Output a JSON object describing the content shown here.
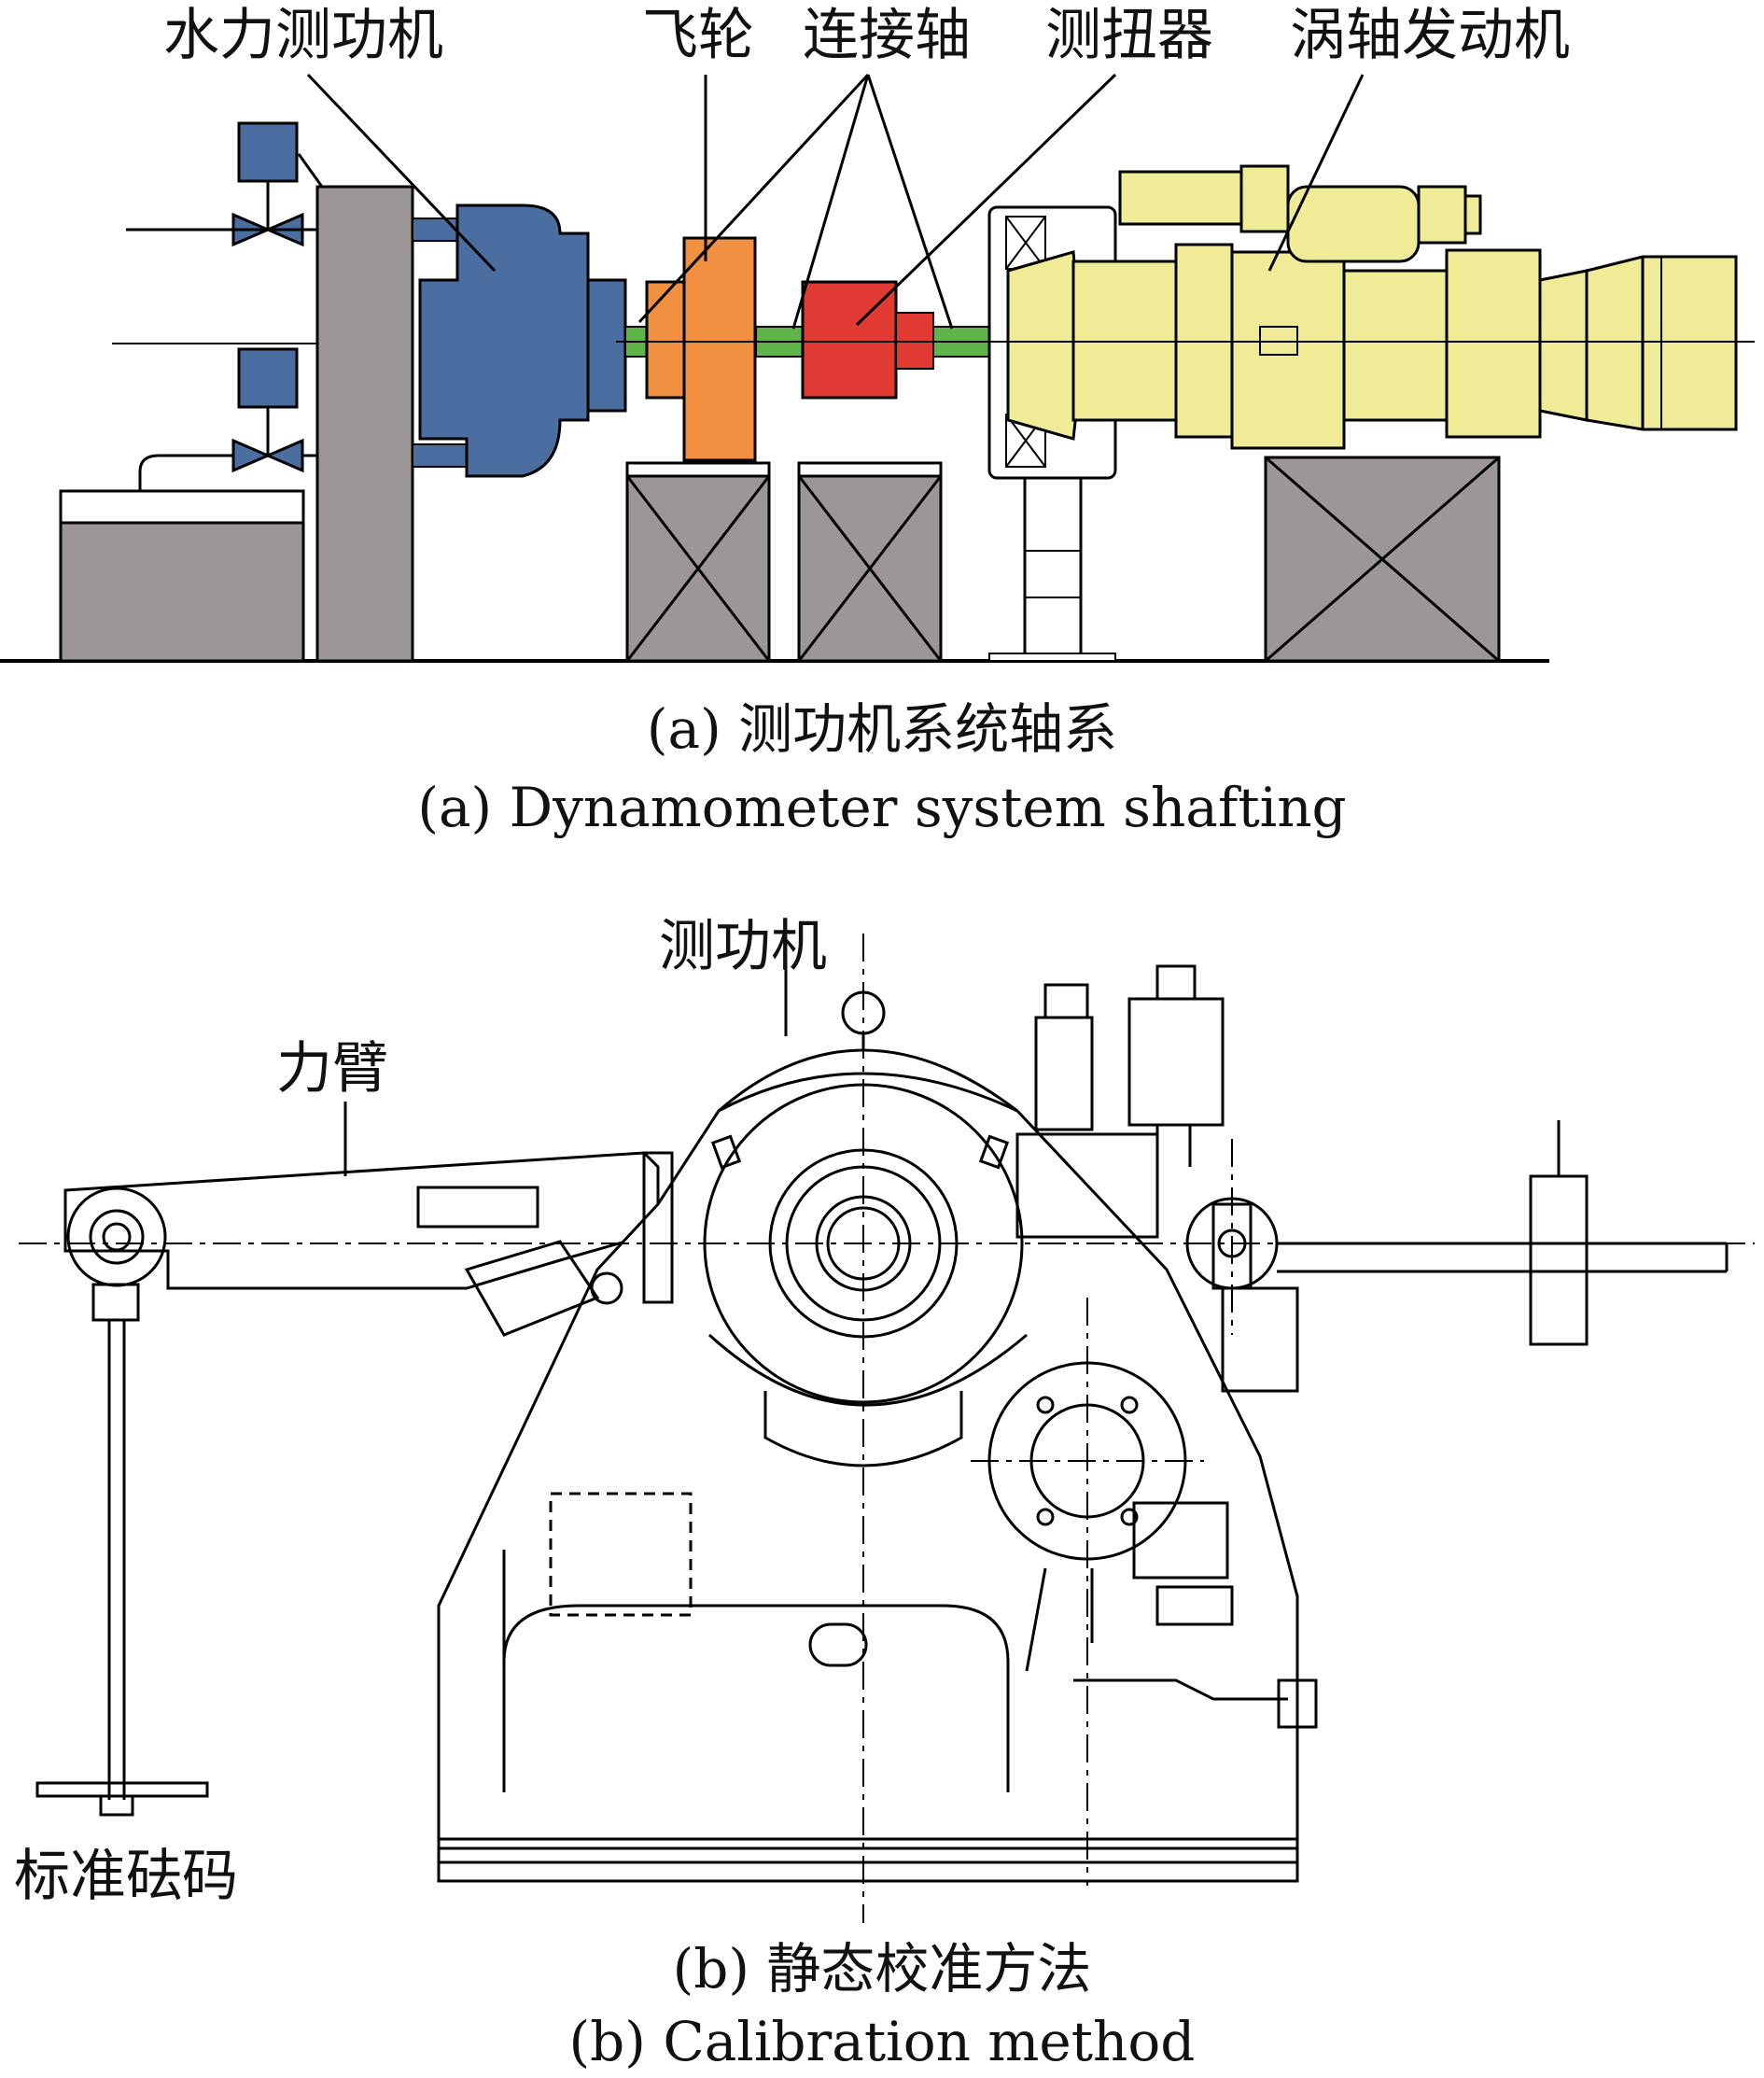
{
  "panel_a": {
    "labels": {
      "water_dynamometer": "水力测功机",
      "flywheel": "飞轮",
      "connecting_shaft": "连接轴",
      "torque_meter": "测扭器",
      "turboshaft_engine": "涡轴发动机"
    },
    "caption_cn": "(a) 测功机系统轴系",
    "caption_en": "(a) Dynamometer system shafting",
    "colors": {
      "dynamometer": "#4a6ea0",
      "flywheel": "#f09040",
      "torque_meter": "#e03a32",
      "shaft": "#5fb548",
      "engine": "#f0eb96",
      "support": "#9c9696"
    }
  },
  "panel_b": {
    "labels": {
      "dynamometer": "测功机",
      "lever_arm": "力臂",
      "standard_weight": "标准砝码"
    },
    "caption_cn": "(b) 静态校准方法",
    "caption_en": "(b) Calibration method"
  }
}
